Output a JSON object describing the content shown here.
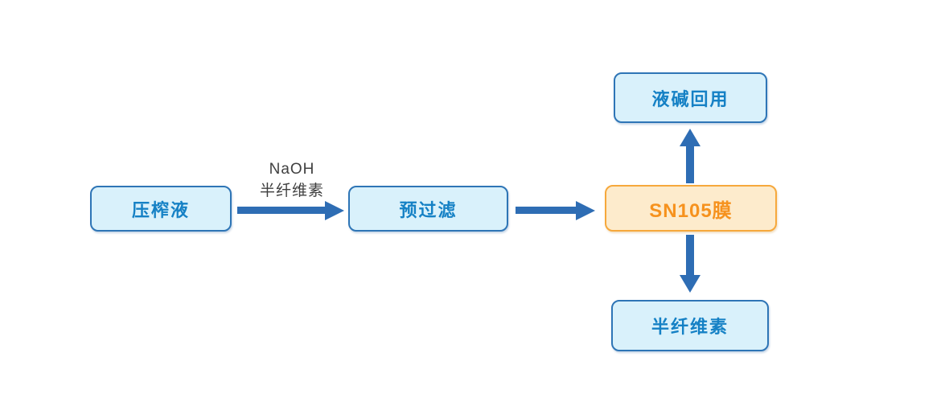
{
  "colors": {
    "blue_box_fill": "#d9f1fb",
    "blue_box_border": "#2e75b6",
    "blue_text": "#1581c5",
    "arrow_blue": "#2e6db4",
    "orange_box_fill": "#fdebcc",
    "orange_box_border": "#f6a83c",
    "orange_text": "#f6921e",
    "label_text": "#404040",
    "background": "#ffffff"
  },
  "diagram": {
    "nodes": [
      {
        "id": "press-liquor",
        "label": "压榨液"
      },
      {
        "id": "prefilter",
        "label": "预过滤"
      },
      {
        "id": "sn105-membrane",
        "label": "SN105膜"
      },
      {
        "id": "alkali-recycle",
        "label": "液碱回用"
      },
      {
        "id": "hemicellulose",
        "label": "半纤维素"
      }
    ],
    "edges": [
      {
        "from": "press-liquor",
        "to": "prefilter",
        "label_line1": "NaOH",
        "label_line2": "半纤维素"
      },
      {
        "from": "prefilter",
        "to": "sn105-membrane"
      },
      {
        "from": "sn105-membrane",
        "to": "alkali-recycle"
      },
      {
        "from": "sn105-membrane",
        "to": "hemicellulose"
      }
    ]
  }
}
